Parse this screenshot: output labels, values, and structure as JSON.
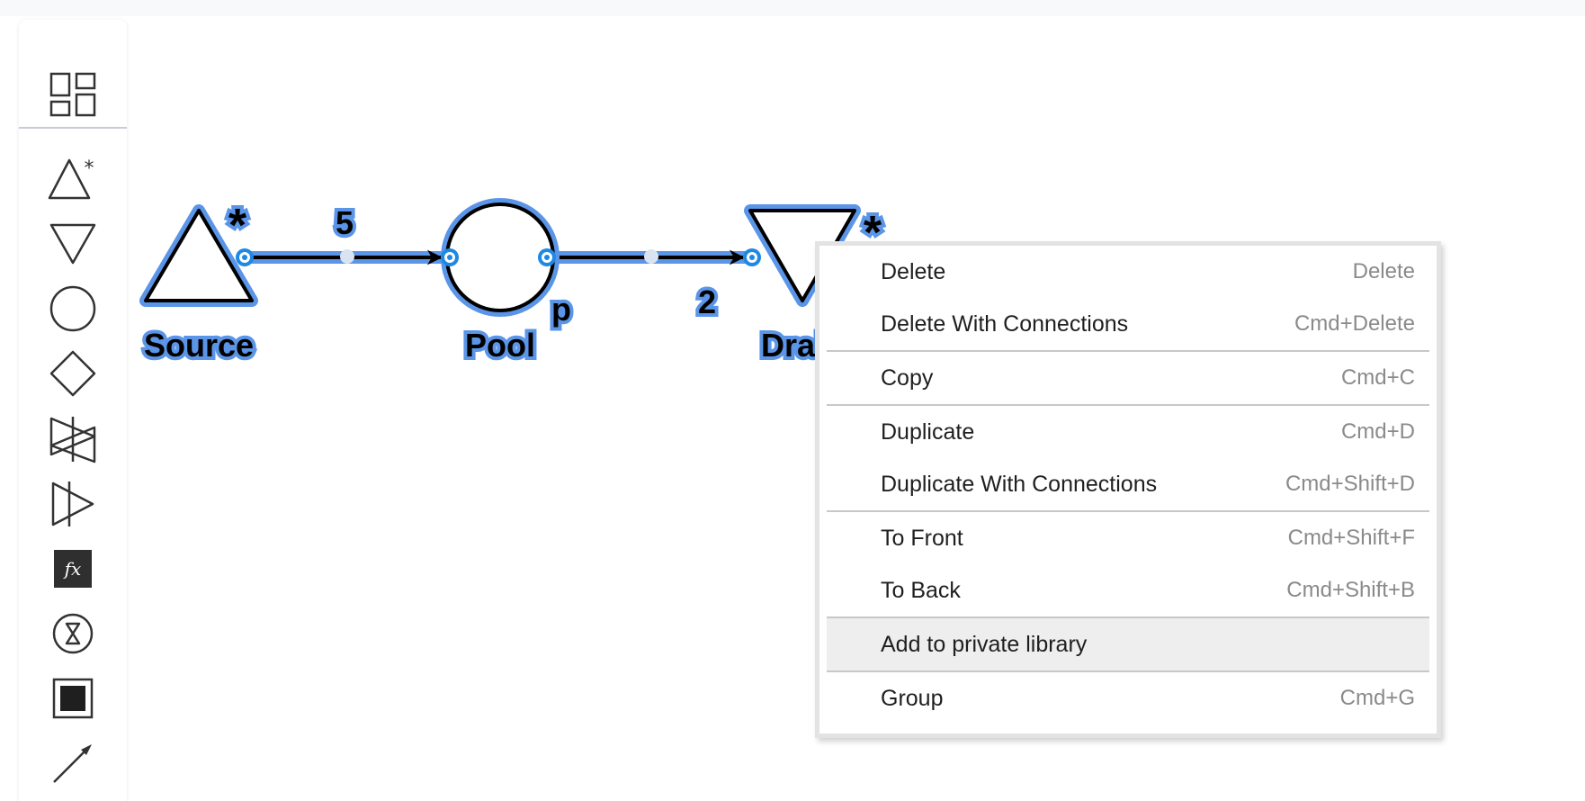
{
  "toolbar": {
    "tools": [
      {
        "name": "dashboard-icon"
      },
      {
        "name": "source-icon"
      },
      {
        "name": "drain-icon"
      },
      {
        "name": "pool-icon"
      },
      {
        "name": "gate-icon"
      },
      {
        "name": "converter-icon"
      },
      {
        "name": "trader-icon"
      },
      {
        "name": "register-icon"
      },
      {
        "name": "delay-icon"
      },
      {
        "name": "end-condition-icon"
      },
      {
        "name": "connection-icon"
      }
    ],
    "register_glyph": "fx"
  },
  "diagram": {
    "selection_color": "#5b95e8",
    "nodes": {
      "source": {
        "label": "Source",
        "trigger_mark": "*"
      },
      "pool": {
        "label": "Pool",
        "modifier": "p"
      },
      "drain": {
        "label": "Drain",
        "trigger_mark": "*"
      }
    },
    "edges": [
      {
        "from": "source",
        "to": "pool",
        "label": "5"
      },
      {
        "from": "pool",
        "to": "drain",
        "label": "2"
      }
    ]
  },
  "context_menu": {
    "items": [
      {
        "label": "Delete",
        "shortcut": "Delete"
      },
      {
        "label": "Delete With Connections",
        "shortcut": "Cmd+Delete",
        "separator_after": true
      },
      {
        "label": "Copy",
        "shortcut": "Cmd+C",
        "separator_after": true
      },
      {
        "label": "Duplicate",
        "shortcut": "Cmd+D"
      },
      {
        "label": "Duplicate With Connections",
        "shortcut": "Cmd+Shift+D",
        "separator_after": true
      },
      {
        "label": "To Front",
        "shortcut": "Cmd+Shift+F"
      },
      {
        "label": "To Back",
        "shortcut": "Cmd+Shift+B",
        "separator_after": true
      },
      {
        "label": "Add to private library",
        "shortcut": "",
        "highlighted": true,
        "separator_after": true
      },
      {
        "label": "Group",
        "shortcut": "Cmd+G"
      }
    ]
  }
}
